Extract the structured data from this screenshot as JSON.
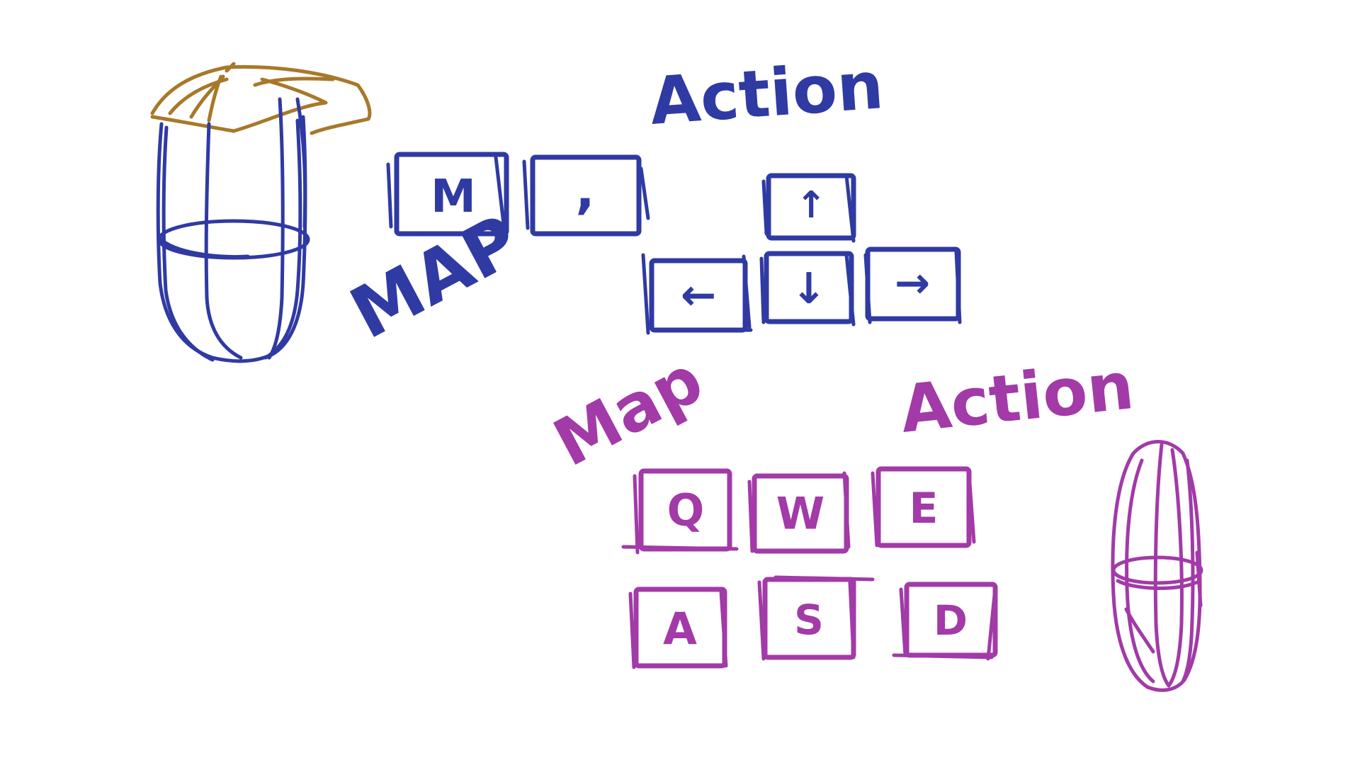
{
  "colors": {
    "blue_ink": "#2f3aa3",
    "purple_ink": "#a23aa8",
    "gold_ink": "#a8782a",
    "background": "#ffffff"
  },
  "top_group": {
    "map_label": "MAP",
    "action_label": "Action",
    "map_keys": [
      "M",
      ","
    ],
    "action_keys": {
      "up": "↑",
      "left": "←",
      "down": "↓",
      "right": "→"
    }
  },
  "bottom_group": {
    "map_label": "Map",
    "action_label": "Action",
    "keys_row1": [
      "Q",
      "W",
      "E"
    ],
    "keys_row2": [
      "A",
      "S",
      "D"
    ]
  },
  "icons": {
    "left_controller": "vr-controller-with-cap-icon",
    "right_controller": "vr-controller-icon"
  }
}
